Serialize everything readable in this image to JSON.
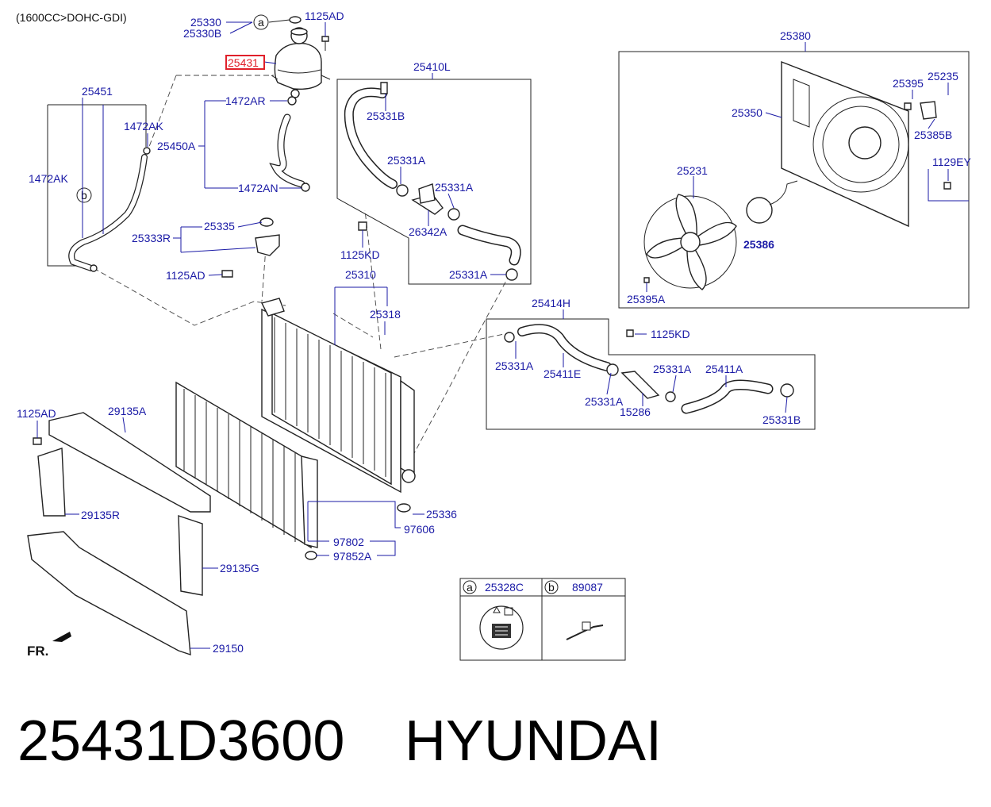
{
  "header": {
    "spec": "(1600CC>DOHC-GDI)",
    "front_marker": "FR."
  },
  "footer": {
    "part_number": "25431D3600",
    "brand": "HYUNDAI"
  },
  "highlight": {
    "label": "25431",
    "color": "#e0202a"
  },
  "colors": {
    "label": "#1a1aa6",
    "line": "#222222",
    "highlight": "#e0202a"
  },
  "labels": {
    "p25330": "25330",
    "p25330B": "25330B",
    "p1125AD_top": "1125AD",
    "p25431": "25431",
    "p25410L": "25410L",
    "p25331B_a": "25331B",
    "p25331A_a": "25331A",
    "p25331A_b": "25331A",
    "p26342A": "26342A",
    "p25331A_c": "25331A",
    "p1125KD_a": "1125KD",
    "p25451": "25451",
    "p1472AK_a": "1472AK",
    "p1472AK_b": "1472AK",
    "p1472AR": "1472AR",
    "p25450A": "25450A",
    "p1472AN": "1472AN",
    "p25333R": "25333R",
    "p25335": "25335",
    "p1125AD_mid": "1125AD",
    "p25310": "25310",
    "p25318": "25318",
    "p25380": "25380",
    "p25395": "25395",
    "p25235": "25235",
    "p25350": "25350",
    "p25385B": "25385B",
    "p1129EY": "1129EY",
    "p25231": "25231",
    "p25386": "25386",
    "p25395A": "25395A",
    "p25414H": "25414H",
    "p1125KD_b": "1125KD",
    "p25331A_d": "25331A",
    "p25411E": "25411E",
    "p25331A_e": "25331A",
    "p25411A": "25411A",
    "p25331A_f": "25331A",
    "p15286": "15286",
    "p25331B_b": "25331B",
    "p1125AD_left": "1125AD",
    "p29135A": "29135A",
    "p29135R": "29135R",
    "p29135G": "29135G",
    "p29150": "29150",
    "p25336": "25336",
    "p97606": "97606",
    "p97802": "97802",
    "p97852A": "97852A"
  },
  "legend": {
    "a": {
      "letter": "a",
      "part": "25328C"
    },
    "b": {
      "letter": "b",
      "part": "89087"
    }
  },
  "callouts": {
    "a": "a",
    "b": "b"
  }
}
